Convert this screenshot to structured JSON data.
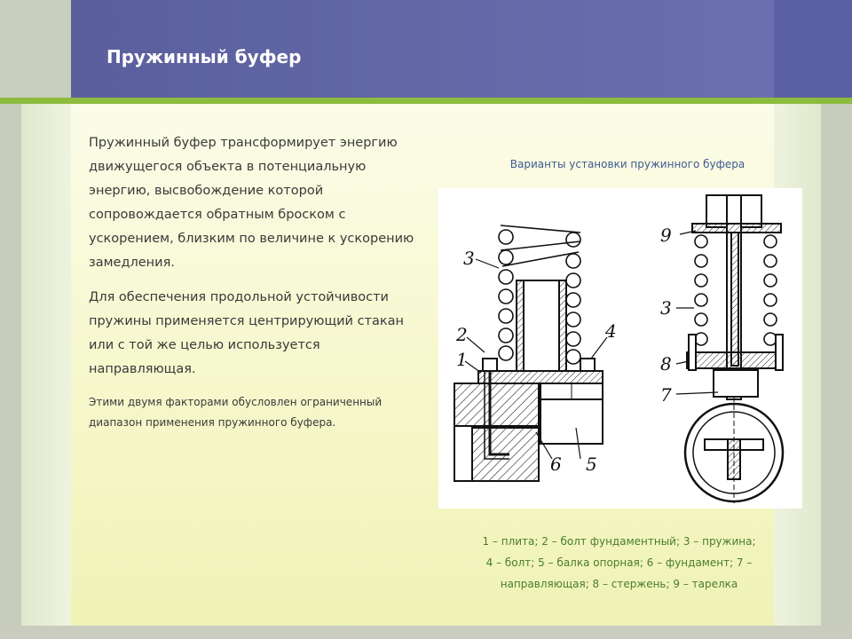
{
  "slide": {
    "title": "Пружинный буфер",
    "paragraph1": "Пружинный буфер трансформирует энергию движущегося объекта в потенциальную энергию, высвобождение которой сопровождается обратным броском с ускорением, близким по величине к ускорению замедления.",
    "paragraph2": "Для обеспечения продольной устойчивости пружины применяется центрирующий стакан или с той же целью используется направляющая.",
    "paragraph3": "Этими двумя факторами обусловлен ограниченный диапазон применения пружинного буфера.",
    "figure_caption": "Варианты установки пружинного буфера",
    "legend_lines": [
      "1 – плита; 2 – болт фундаментный; 3 – пружина;",
      "4 – болт; 5 – балка опорная; 6 – фундамент; 7 –",
      "направляющая; 8 – стержень; 9 – тарелка"
    ],
    "figure_labels": {
      "l1": "1",
      "l2": "2",
      "l3a": "3",
      "l4": "4",
      "l5": "5",
      "l6": "6",
      "l9": "9",
      "l3b": "3",
      "l8": "8",
      "l7": "7"
    }
  },
  "colors": {
    "header": "#5a5f9c",
    "accent_green": "#8dbb3e",
    "caption_blue": "#3f5b93",
    "legend_green": "#4a7d2a"
  }
}
